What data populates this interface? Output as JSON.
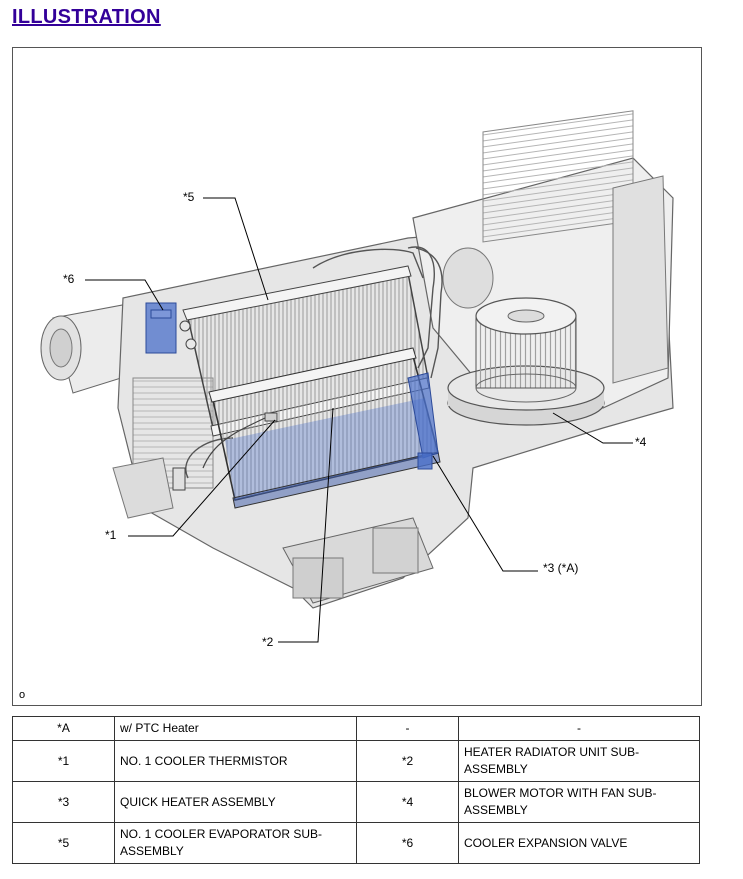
{
  "heading": "ILLUSTRATION",
  "figure": {
    "id_label": "o",
    "callouts": {
      "c1": "*1",
      "c2": "*2",
      "c3": "*3 (*A)",
      "c4": "*4",
      "c5": "*5",
      "c6": "*6"
    }
  },
  "legend": {
    "rows": [
      {
        "code_a": "*A",
        "desc_a": "w/ PTC Heater",
        "code_b": "-",
        "desc_b": "-"
      },
      {
        "code_a": "*1",
        "desc_a": "NO. 1 COOLER THERMISTOR",
        "code_b": "*2",
        "desc_b": "HEATER RADIATOR UNIT SUB-ASSEMBLY"
      },
      {
        "code_a": "*3",
        "desc_a": "QUICK HEATER ASSEMBLY",
        "code_b": "*4",
        "desc_b": "BLOWER MOTOR WITH FAN SUB-ASSEMBLY"
      },
      {
        "code_a": "*5",
        "desc_a": "NO. 1 COOLER EVAPORATOR SUB-ASSEMBLY",
        "code_b": "*6",
        "desc_b": "COOLER EXPANSION VALVE"
      }
    ]
  },
  "colors": {
    "heading": "#330099",
    "highlight": "#4a6fc9"
  }
}
